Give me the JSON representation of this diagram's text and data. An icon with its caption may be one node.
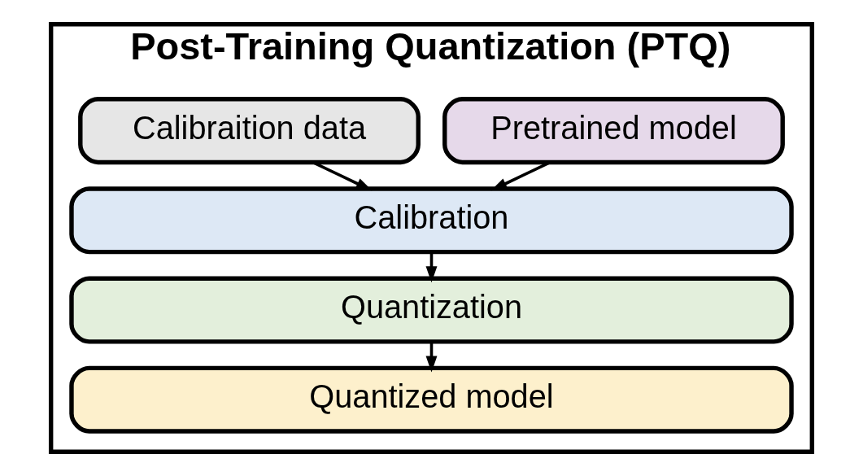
{
  "diagram": {
    "nodes": [
      {
        "text": [
          "Post-Training Quantization (PTQ)"
        ]
      },
      {
        "text": [
          "Pretrained model"
        ],
        "in": 0
      },
      {
        "text": [
          "Calibraition data"
        ],
        "in": 0
      },
      {
        "text": [
          "Calibration"
        ],
        "in": 0
      },
      {
        "text": [
          "Quantization"
        ],
        "in": 0
      },
      {
        "text": [
          "Quantized model"
        ],
        "in": 0
      }
    ],
    "edges": [
      {
        "from": 1,
        "to": 3,
        "arrow": "to"
      },
      {
        "from": 2,
        "to": 3,
        "arrow": "to"
      },
      {
        "from": 3,
        "to": 4,
        "arrow": "to"
      },
      {
        "from": 4,
        "to": 5,
        "arrow": "to"
      }
    ]
  }
}
